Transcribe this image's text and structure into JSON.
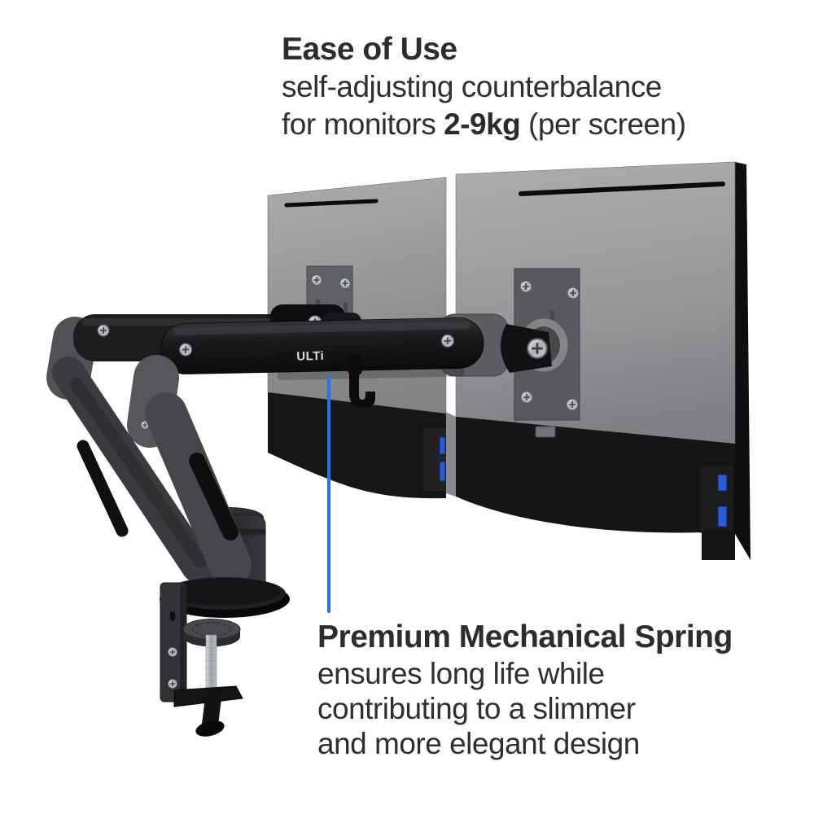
{
  "palette": {
    "accent_blue": "#2176e3",
    "usb_port_blue": "#2b5bd7",
    "text_color": "#2d2d30",
    "monitor_grey": "#9a9a9d",
    "arm_black": "#19191b",
    "background": "#ffffff"
  },
  "callout_top": {
    "title": "Ease of Use",
    "line1": "self-adjusting counterbalance",
    "line2_prefix": "for monitors ",
    "line2_bold": "2-9kg",
    "line2_suffix": " (per screen)"
  },
  "callout_bottom": {
    "title": "Premium Mechanical Spring",
    "lines": [
      "ensures long life while",
      "contributing to a slimmer",
      "and more elegant design"
    ]
  },
  "product": {
    "brand_label": "ULTi"
  }
}
